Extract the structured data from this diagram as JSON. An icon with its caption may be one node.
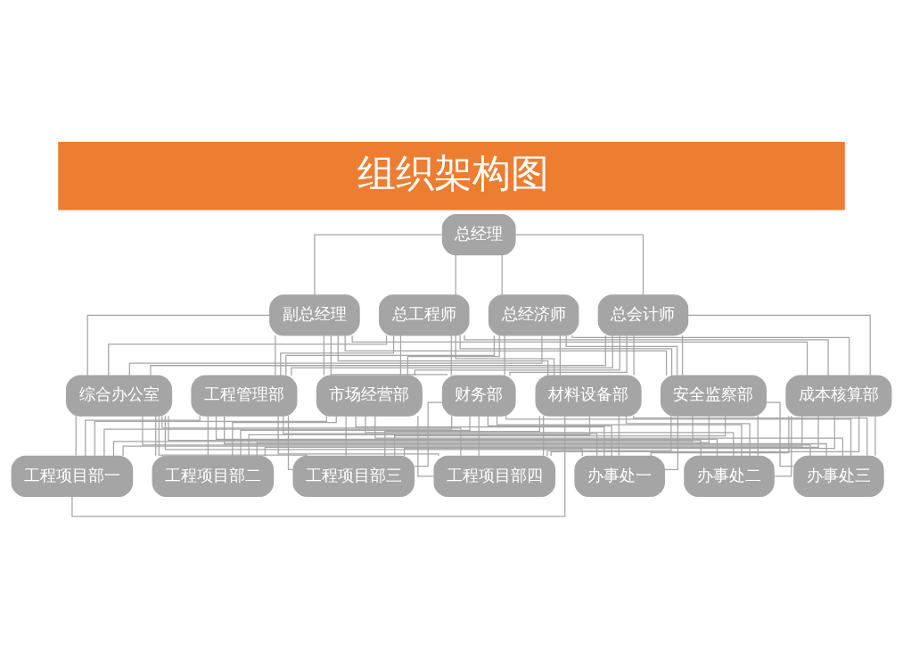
{
  "diagram": {
    "title": "组织架构图",
    "nodes": [
      {
        "text": [
          "总经理"
        ]
      },
      {
        "text": [
          "副总经理"
        ]
      },
      {
        "text": [
          "总工程师"
        ]
      },
      {
        "text": [
          "总经济师"
        ]
      },
      {
        "text": [
          "总会计师"
        ]
      },
      {
        "text": [
          "综合办公室"
        ]
      },
      {
        "text": [
          "工程管理部"
        ]
      },
      {
        "text": [
          "市场经营部"
        ]
      },
      {
        "text": [
          "财务部"
        ]
      },
      {
        "text": [
          "材料设备部"
        ]
      },
      {
        "text": [
          "安全监察部"
        ]
      },
      {
        "text": [
          "成本核算部"
        ]
      },
      {
        "text": [
          "工程项目部一"
        ]
      },
      {
        "text": [
          "工程项目部二"
        ]
      },
      {
        "text": [
          "工程项目部三"
        ]
      },
      {
        "text": [
          "工程项目部四"
        ]
      },
      {
        "text": [
          "办事处一"
        ]
      },
      {
        "text": [
          "办事处二"
        ]
      },
      {
        "text": [
          "办事处三"
        ]
      }
    ],
    "edges": [
      {
        "from": 0,
        "to": 1,
        "arrow": "none"
      },
      {
        "from": 0,
        "to": 2,
        "arrow": "none"
      },
      {
        "from": 0,
        "to": 3,
        "arrow": "none"
      },
      {
        "from": 0,
        "to": 4,
        "arrow": "none"
      },
      {
        "from": 1,
        "to": 5,
        "arrow": "none"
      },
      {
        "from": 1,
        "to": 6,
        "arrow": "none"
      },
      {
        "from": 1,
        "to": 7,
        "arrow": "none"
      },
      {
        "from": 1,
        "to": 8,
        "arrow": "none"
      },
      {
        "from": 1,
        "to": 9,
        "arrow": "none"
      },
      {
        "from": 1,
        "to": 10,
        "arrow": "none"
      },
      {
        "from": 1,
        "to": 11,
        "arrow": "none"
      },
      {
        "from": 2,
        "to": 5,
        "arrow": "none"
      },
      {
        "from": 2,
        "to": 6,
        "arrow": "none"
      },
      {
        "from": 2,
        "to": 7,
        "arrow": "none"
      },
      {
        "from": 2,
        "to": 8,
        "arrow": "none"
      },
      {
        "from": 2,
        "to": 9,
        "arrow": "none"
      },
      {
        "from": 2,
        "to": 10,
        "arrow": "none"
      },
      {
        "from": 2,
        "to": 11,
        "arrow": "none"
      },
      {
        "from": 3,
        "to": 5,
        "arrow": "none"
      },
      {
        "from": 3,
        "to": 6,
        "arrow": "none"
      },
      {
        "from": 3,
        "to": 7,
        "arrow": "none"
      },
      {
        "from": 3,
        "to": 8,
        "arrow": "none"
      },
      {
        "from": 3,
        "to": 9,
        "arrow": "none"
      },
      {
        "from": 3,
        "to": 10,
        "arrow": "none"
      },
      {
        "from": 3,
        "to": 11,
        "arrow": "none"
      },
      {
        "from": 4,
        "to": 5,
        "arrow": "none"
      },
      {
        "from": 4,
        "to": 6,
        "arrow": "none"
      },
      {
        "from": 4,
        "to": 7,
        "arrow": "none"
      },
      {
        "from": 4,
        "to": 8,
        "arrow": "none"
      },
      {
        "from": 4,
        "to": 9,
        "arrow": "none"
      },
      {
        "from": 4,
        "to": 10,
        "arrow": "none"
      },
      {
        "from": 4,
        "to": 11,
        "arrow": "none"
      },
      {
        "from": 5,
        "to": 12,
        "arrow": "none"
      },
      {
        "from": 5,
        "to": 13,
        "arrow": "none"
      },
      {
        "from": 5,
        "to": 14,
        "arrow": "none"
      },
      {
        "from": 5,
        "to": 15,
        "arrow": "none"
      },
      {
        "from": 5,
        "to": 16,
        "arrow": "none"
      },
      {
        "from": 5,
        "to": 17,
        "arrow": "none"
      },
      {
        "from": 5,
        "to": 18,
        "arrow": "none"
      },
      {
        "from": 6,
        "to": 12,
        "arrow": "none"
      },
      {
        "from": 6,
        "to": 13,
        "arrow": "none"
      },
      {
        "from": 6,
        "to": 14,
        "arrow": "none"
      },
      {
        "from": 6,
        "to": 15,
        "arrow": "none"
      },
      {
        "from": 6,
        "to": 16,
        "arrow": "none"
      },
      {
        "from": 6,
        "to": 17,
        "arrow": "none"
      },
      {
        "from": 6,
        "to": 18,
        "arrow": "none"
      },
      {
        "from": 7,
        "to": 12,
        "arrow": "none"
      },
      {
        "from": 7,
        "to": 13,
        "arrow": "none"
      },
      {
        "from": 7,
        "to": 14,
        "arrow": "none"
      },
      {
        "from": 7,
        "to": 15,
        "arrow": "none"
      },
      {
        "from": 7,
        "to": 16,
        "arrow": "none"
      },
      {
        "from": 7,
        "to": 17,
        "arrow": "none"
      },
      {
        "from": 7,
        "to": 18,
        "arrow": "none"
      },
      {
        "from": 8,
        "to": 12,
        "arrow": "none"
      },
      {
        "from": 8,
        "to": 13,
        "arrow": "none"
      },
      {
        "from": 8,
        "to": 14,
        "arrow": "none"
      },
      {
        "from": 8,
        "to": 15,
        "arrow": "none"
      },
      {
        "from": 8,
        "to": 16,
        "arrow": "none"
      },
      {
        "from": 8,
        "to": 17,
        "arrow": "none"
      },
      {
        "from": 8,
        "to": 18,
        "arrow": "none"
      },
      {
        "from": 9,
        "to": 12,
        "arrow": "none"
      },
      {
        "from": 9,
        "to": 13,
        "arrow": "none"
      },
      {
        "from": 9,
        "to": 14,
        "arrow": "none"
      },
      {
        "from": 9,
        "to": 15,
        "arrow": "none"
      },
      {
        "from": 9,
        "to": 16,
        "arrow": "none"
      },
      {
        "from": 9,
        "to": 17,
        "arrow": "none"
      },
      {
        "from": 9,
        "to": 18,
        "arrow": "none"
      },
      {
        "from": 10,
        "to": 12,
        "arrow": "none"
      },
      {
        "from": 10,
        "to": 13,
        "arrow": "none"
      },
      {
        "from": 10,
        "to": 14,
        "arrow": "none"
      },
      {
        "from": 10,
        "to": 15,
        "arrow": "none"
      },
      {
        "from": 10,
        "to": 16,
        "arrow": "none"
      },
      {
        "from": 10,
        "to": 17,
        "arrow": "none"
      },
      {
        "from": 10,
        "to": 18,
        "arrow": "none"
      },
      {
        "from": 11,
        "to": 12,
        "arrow": "none"
      },
      {
        "from": 11,
        "to": 13,
        "arrow": "none"
      },
      {
        "from": 11,
        "to": 14,
        "arrow": "none"
      },
      {
        "from": 11,
        "to": 15,
        "arrow": "none"
      },
      {
        "from": 11,
        "to": 16,
        "arrow": "none"
      },
      {
        "from": 11,
        "to": 17,
        "arrow": "none"
      },
      {
        "from": 11,
        "to": 18,
        "arrow": "none"
      }
    ]
  }
}
